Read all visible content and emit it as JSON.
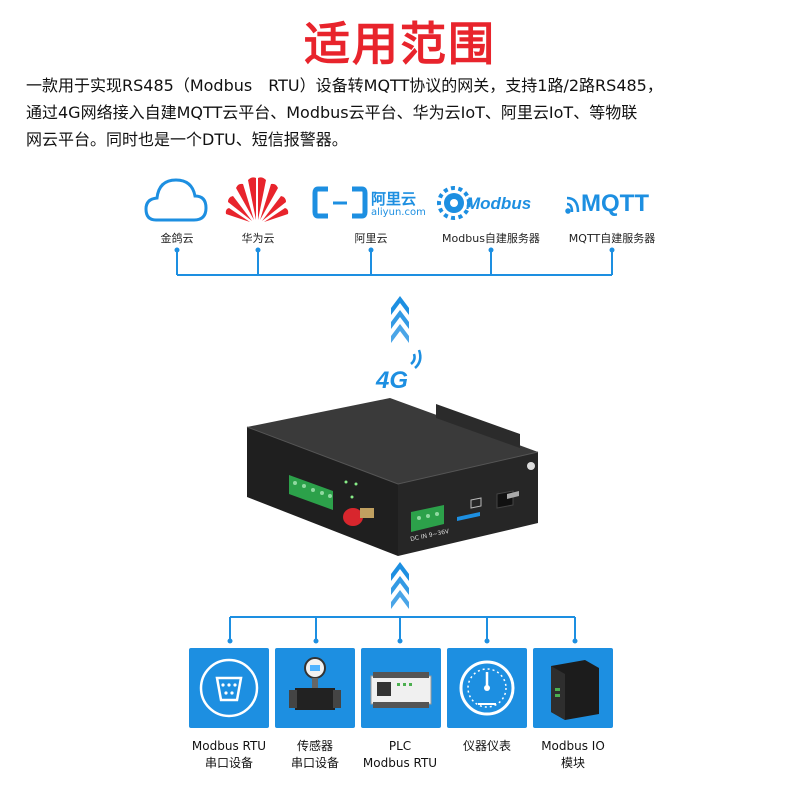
{
  "title": "适用范围",
  "description": [
    "一款用于实现RS485（Modbus　RTU）设备转MQTT协议的网关，支持1路/2路RS485，",
    "通过4G网络接入自建MQTT云平台、Modbus云平台、华为云IoT、阿里云IoT、等物联",
    "网云平台。同时也是一个DTU、短信报警器。"
  ],
  "clouds": [
    {
      "label": "金鸽云",
      "icon": "cloud-icon"
    },
    {
      "label": "华为云",
      "icon": "huawei-logo"
    },
    {
      "label": "阿里云",
      "icon": "aliyun-logo",
      "logo_cn": "阿里云",
      "logo_en": "aliyun.com"
    },
    {
      "label": "Modbus自建服务器",
      "icon": "modbus-logo",
      "logo_text": "Modbus"
    },
    {
      "label": "MQTT自建服务器",
      "icon": "mqtt-logo",
      "logo_text": "MQTT"
    }
  ],
  "network": {
    "label": "4G"
  },
  "device": {
    "power_label": "DC IN 9~36V"
  },
  "devices": [
    {
      "line1": "Modbus RTU",
      "line2": "串口设备",
      "icon": "serial-port-icon"
    },
    {
      "line1": "传感器",
      "line2": "串口设备",
      "icon": "flow-sensor-icon"
    },
    {
      "line1": "PLC",
      "line2": "Modbus RTU",
      "icon": "plc-icon"
    },
    {
      "line1": "仪器仪表",
      "line2": "",
      "icon": "gauge-icon"
    },
    {
      "line1": "Modbus IO",
      "line2": "模块",
      "icon": "io-module-icon"
    }
  ],
  "colors": {
    "title": "#e8242c",
    "accent": "#1d8fe1",
    "arrow": "#1d8fe1"
  }
}
